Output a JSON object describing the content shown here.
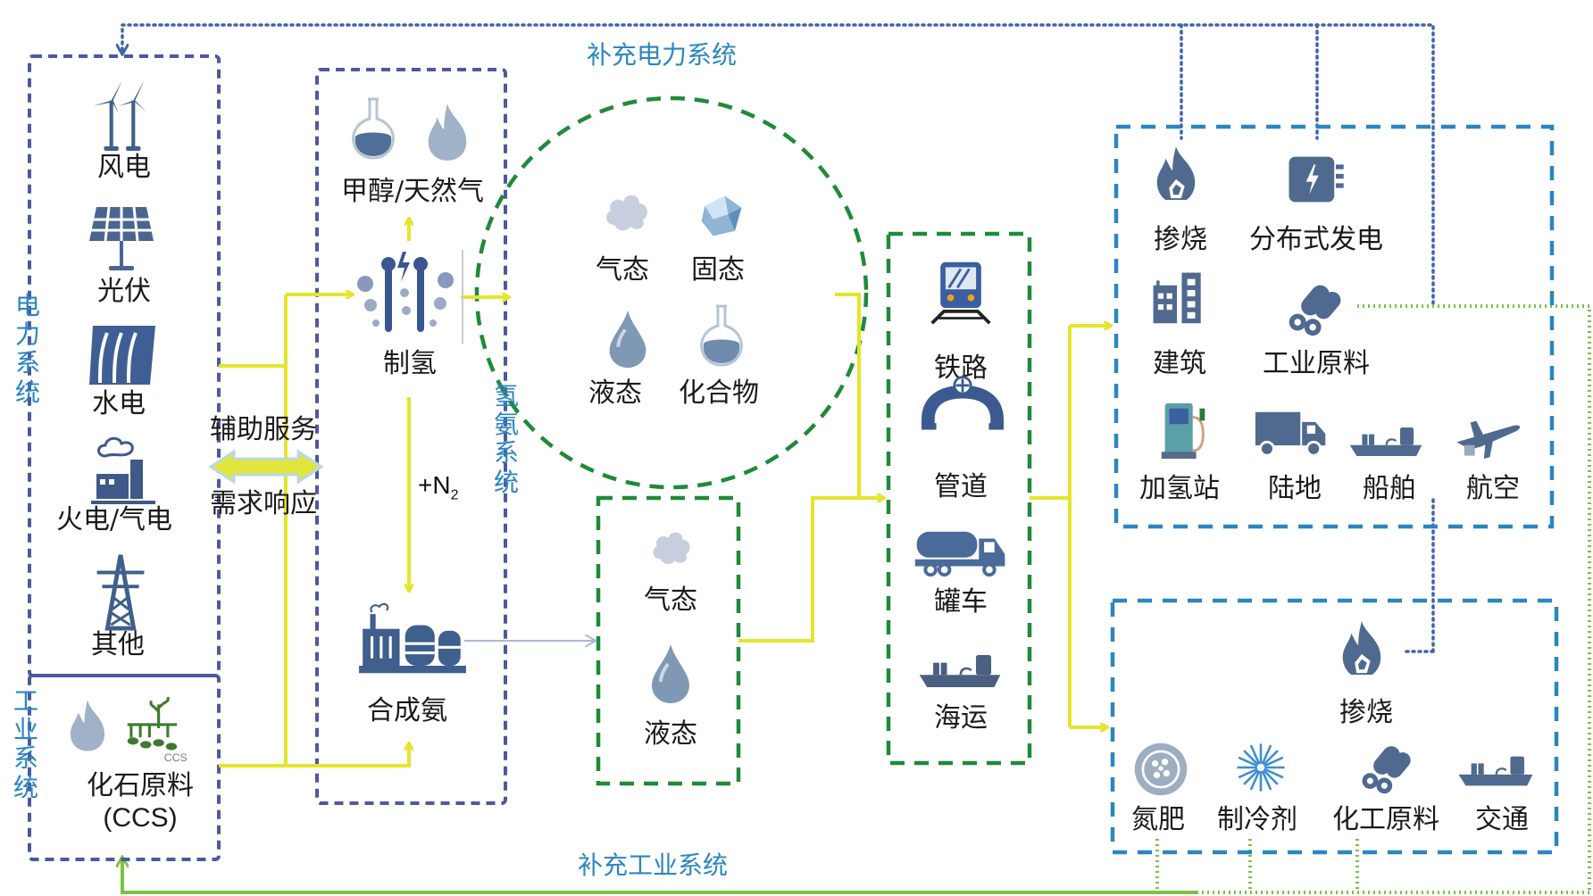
{
  "colors": {
    "power_box": "#4a5a9c",
    "hydrogen_green": "#1f8a3a",
    "consumer_blue": "#2a86c0",
    "flow_yellow": "#e4e52a",
    "feedback_green": "#7cc242",
    "icon_blue": "#4f6f96",
    "system_label": "#2a86c0"
  },
  "titles": {
    "top_feedback": "补充电力系统",
    "bottom_feedback": "补充工业系统"
  },
  "systems": {
    "power": "电力系统",
    "industry": "工业系统",
    "hydrogen_ammonia": "氢氨系统"
  },
  "power_sources": [
    {
      "label": "风电",
      "icon": "wind-turbine-icon"
    },
    {
      "label": "光伏",
      "icon": "solar-panel-icon"
    },
    {
      "label": "水电",
      "icon": "hydro-dam-icon"
    },
    {
      "label": "火电/气电",
      "icon": "power-plant-icon"
    },
    {
      "label": "其他",
      "icon": "transmission-tower-icon"
    }
  ],
  "industry_source": {
    "label": "化石原料",
    "sublabel": "(CCS)",
    "icons": [
      "gas-flame-icon",
      "ccs-plant-icon"
    ]
  },
  "services": {
    "top": "辅助服务",
    "bottom": "需求响应"
  },
  "hydrogen": {
    "methanol_gas": "甲醇/天然气",
    "production": "制氢",
    "n2": "+N",
    "n2_sub": "2",
    "ammonia": "合成氨"
  },
  "hydrogen_states": [
    {
      "label": "气态",
      "icon": "gas-cloud-icon"
    },
    {
      "label": "固态",
      "icon": "solid-crystal-icon"
    },
    {
      "label": "液态",
      "icon": "liquid-drop-icon"
    },
    {
      "label": "化合物",
      "icon": "compound-flask-icon"
    }
  ],
  "ammonia_states": [
    {
      "label": "气态",
      "icon": "gas-cloud-icon"
    },
    {
      "label": "液态",
      "icon": "liquid-drop-icon"
    }
  ],
  "transport": [
    {
      "label": "铁路",
      "icon": "train-icon"
    },
    {
      "label": "管道",
      "icon": "pipeline-icon"
    },
    {
      "label": "罐车",
      "icon": "tanker-truck-icon"
    },
    {
      "label": "海运",
      "icon": "cargo-ship-icon"
    }
  ],
  "hydrogen_uses": [
    {
      "label": "掺烧",
      "icon": "co-firing-icon"
    },
    {
      "label": "分布式发电",
      "icon": "distributed-power-icon"
    },
    {
      "label": "建筑",
      "icon": "building-icon"
    },
    {
      "label": "工业原料",
      "icon": "raw-material-icon"
    },
    {
      "label": "加氢站",
      "icon": "hydrogen-station-icon"
    },
    {
      "label": "陆地",
      "icon": "truck-icon"
    },
    {
      "label": "船舶",
      "icon": "ship-icon"
    },
    {
      "label": "航空",
      "icon": "airplane-icon"
    }
  ],
  "ammonia_uses": [
    {
      "label": "掺烧",
      "icon": "co-firing-icon"
    },
    {
      "label": "氮肥",
      "icon": "fertilizer-icon"
    },
    {
      "label": "制冷剂",
      "icon": "refrigerant-icon"
    },
    {
      "label": "化工原料",
      "icon": "raw-material-icon"
    },
    {
      "label": "交通",
      "icon": "ship-icon"
    }
  ]
}
